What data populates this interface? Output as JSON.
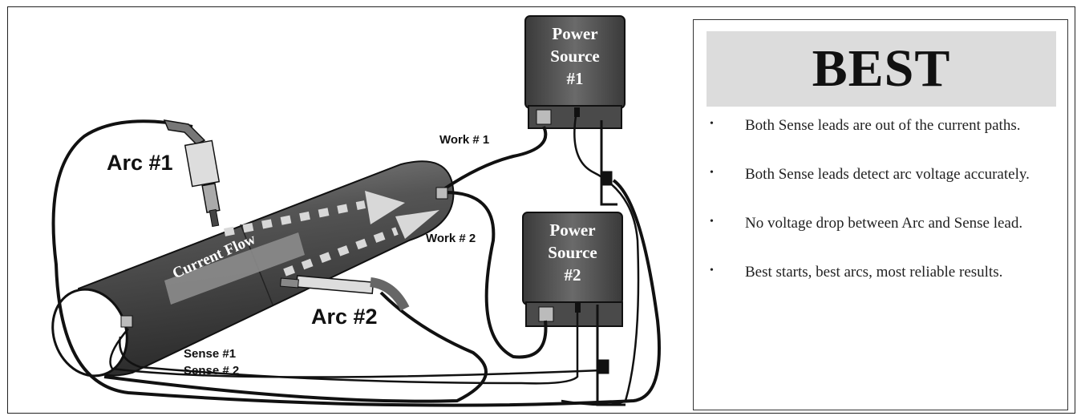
{
  "diagram": {
    "arc1_label": "Arc  #1",
    "arc2_label": "Arc  #2",
    "work1_label": "Work # 1",
    "work2_label": "Work # 2",
    "sense1_label": "Sense  #1",
    "sense2_label": "Sense # 2",
    "current_flow_label": "Current Flow",
    "power_source_1": {
      "line1": "Power",
      "line2": "Source",
      "line3": "#1"
    },
    "power_source_2": {
      "line1": "Power",
      "line2": "Source",
      "line3": "#2"
    }
  },
  "panel": {
    "title": "BEST",
    "bullets": [
      "Both Sense leads are out of the current paths.",
      "Both Sense leads detect arc voltage accurately.",
      "No voltage drop between Arc and Sense lead.",
      "Best starts, best arcs, most reliable results."
    ]
  }
}
